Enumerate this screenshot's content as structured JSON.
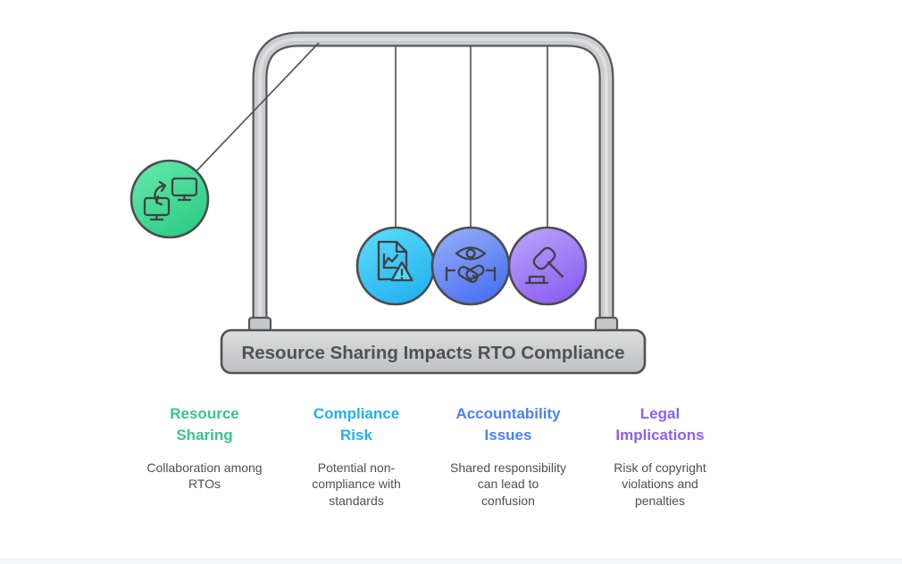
{
  "diagram": {
    "type": "newtons-cradle-infographic",
    "base_label": "Resource Sharing Impacts RTO Compliance",
    "frame_color": "#cbcccd",
    "outline_color": "#55575a",
    "footer_strip_color": "#f5f7f9"
  },
  "items": [
    {
      "heading": "Resource Sharing",
      "heading_lines": [
        "Resource",
        "Sharing"
      ],
      "description": "Collaboration among RTOs",
      "desc_lines": [
        "Collaboration among",
        "RTOs"
      ],
      "accent_color": "#3cc289",
      "icon": "sync-monitors-icon",
      "ball_gradient": [
        "#5fe6a8",
        "#2fcc84"
      ]
    },
    {
      "heading": "Compliance Risk",
      "heading_lines": [
        "Compliance",
        "Risk"
      ],
      "description": "Potential non-compliance with standards",
      "desc_lines": [
        "Potential non-",
        "compliance with",
        "standards"
      ],
      "accent_color": "#25b0e8",
      "icon": "document-chart-warning-icon",
      "ball_gradient": [
        "#55d8f9",
        "#25b2ef"
      ]
    },
    {
      "heading": "Accountability Issues",
      "heading_lines": [
        "Accountability",
        "Issues"
      ],
      "description": "Shared responsibility can lead to confusion",
      "desc_lines": [
        "Shared responsibility",
        "can lead to",
        "confusion"
      ],
      "accent_color": "#4b82f1",
      "icon": "eye-handshake-icon",
      "ball_gradient": [
        "#8ea9f8",
        "#4a70f0"
      ]
    },
    {
      "heading": "Legal Implications",
      "heading_lines": [
        "Legal",
        "Implications"
      ],
      "description": "Risk of copyright violations and penalties",
      "desc_lines": [
        "Risk of copyright",
        "violations and",
        "penalties"
      ],
      "accent_color": "#8e5ff7",
      "icon": "gavel-icon",
      "ball_gradient": [
        "#b79ffc",
        "#8a5ff2"
      ]
    }
  ]
}
